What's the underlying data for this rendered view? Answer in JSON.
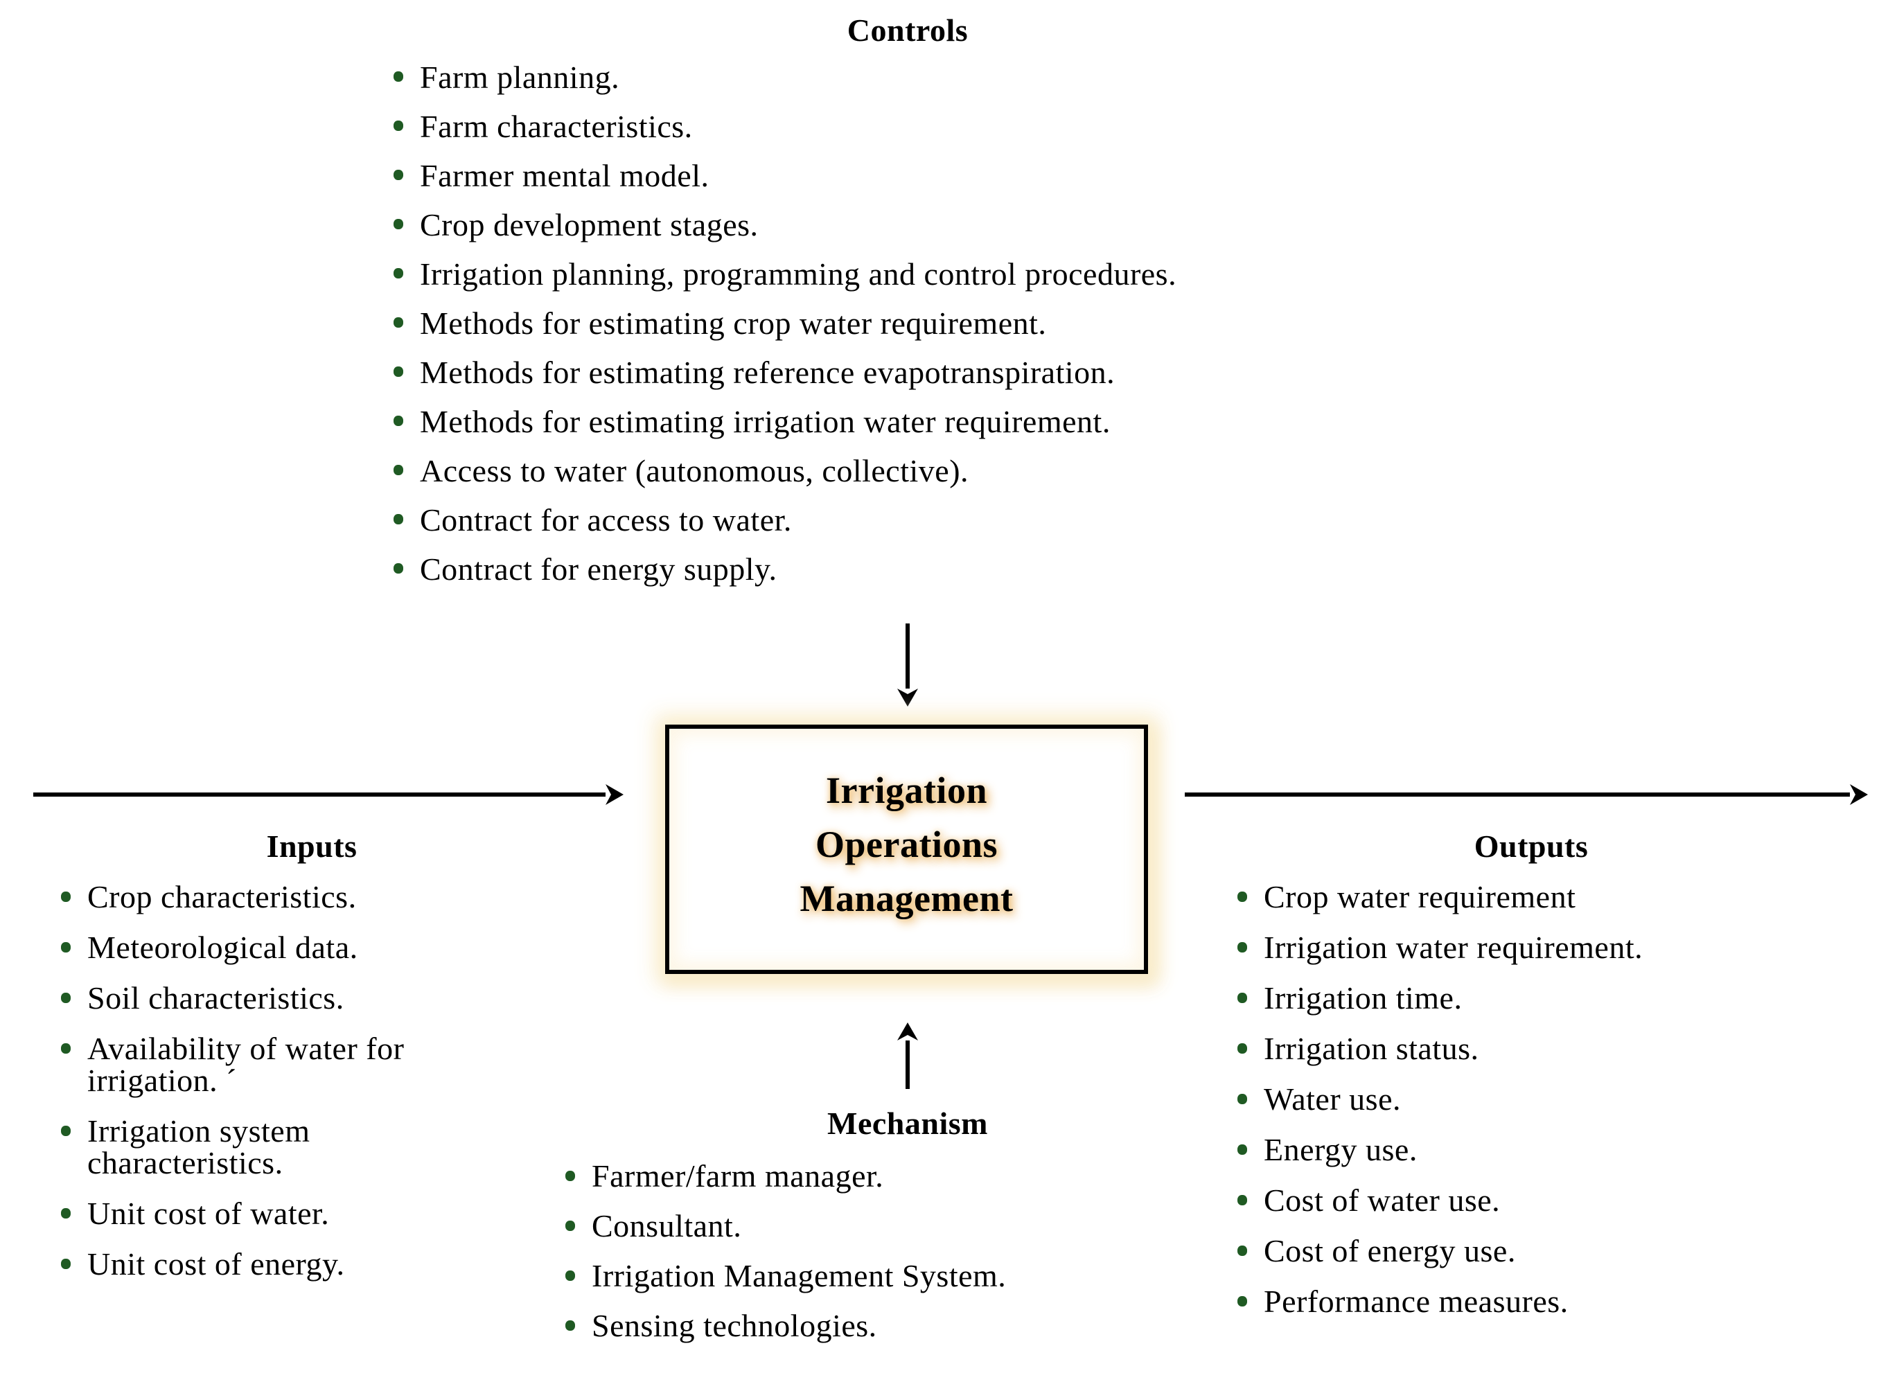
{
  "controls": {
    "title": "Controls",
    "items": [
      "Farm planning.",
      "Farm characteristics.",
      "Farmer mental model.",
      "Crop development stages.",
      "Irrigation planning, programming and control procedures.",
      "Methods for estimating crop water requirement.",
      "Methods for estimating reference evapotranspiration.",
      "Methods for estimating irrigation water requirement.",
      "Access to water (autonomous, collective).",
      "Contract for access to water.",
      "Contract for energy supply."
    ]
  },
  "inputs": {
    "title": "Inputs",
    "items": [
      "Crop characteristics.",
      "Meteorological data.",
      "Soil characteristics.",
      "Availability of water for\nirrigation. ´",
      "Irrigation system\ncharacteristics.",
      "Unit cost of water.",
      "Unit cost of energy."
    ]
  },
  "outputs": {
    "title": "Outputs",
    "items": [
      "Crop water requirement",
      "Irrigation water requirement.",
      "Irrigation time.",
      "Irrigation status.",
      "Water use.",
      "Energy use.",
      "Cost of water use.",
      "Cost of energy use.",
      "Performance measures."
    ]
  },
  "mechanism": {
    "title": "Mechanism",
    "items": [
      "Farmer/farm manager.",
      "Consultant.",
      "Irrigation Management System.",
      "Sensing technologies."
    ]
  },
  "process_box": {
    "label": "Irrigation\nOperations\nManagement"
  },
  "colors": {
    "text": "#000000",
    "bullet": "#1f5a23",
    "arrow": "#000000",
    "box_border": "#000000",
    "box_glow": "#faeecf",
    "text_glow": "#e7a648"
  }
}
